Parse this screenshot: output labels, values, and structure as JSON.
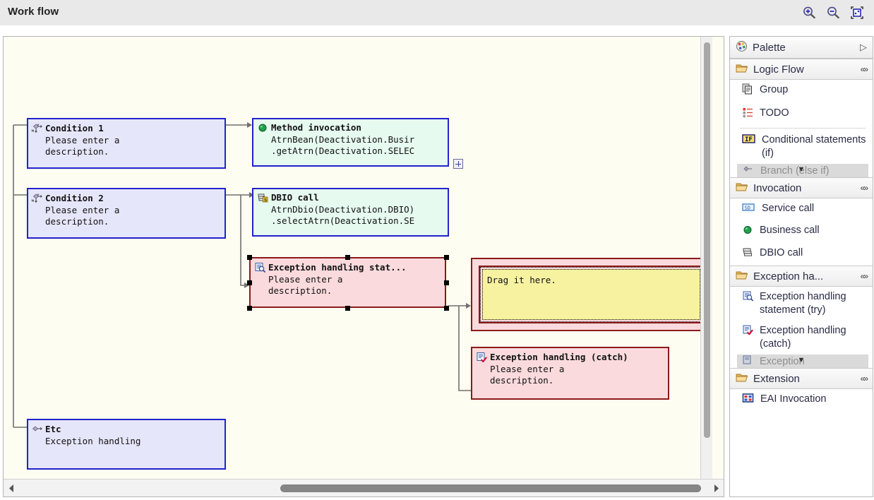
{
  "window": {
    "title": "Work flow",
    "toolbar": [
      {
        "name": "zoom-in-icon",
        "label": "Zoom in"
      },
      {
        "name": "zoom-out-icon",
        "label": "Zoom out"
      },
      {
        "name": "fit-to-window-icon",
        "label": "Fit to window"
      }
    ]
  },
  "canvas": {
    "background_color": "#fdfdf2",
    "nodes": [
      {
        "id": "condition-1",
        "type": "condition",
        "icon": "decision-diamond-icon",
        "title": "Condition 1",
        "body": "Please enter a\ndescription.",
        "fill": "#e6e6fa",
        "border": "#2222cc",
        "selected": false
      },
      {
        "id": "condition-2",
        "type": "condition",
        "icon": "decision-diamond-icon",
        "title": "Condition 2",
        "body": "Please enter a\ndescription.",
        "fill": "#e6e6fa",
        "border": "#2222cc",
        "selected": false
      },
      {
        "id": "method-invocation",
        "type": "invocation",
        "icon": "business-call-icon",
        "title": "Method invocation",
        "body": "AtrnBean(Deactivation.Busir\n.getAtrn(Deactivation.SELEC",
        "fill": "#e6faf0",
        "border": "#2222cc",
        "selected": false,
        "expander": "+"
      },
      {
        "id": "dbio-call",
        "type": "invocation",
        "icon": "dbio-call-icon",
        "title": "DBIO call",
        "body": "AtrnDbio(Deactivation.DBIO)\n.selectAtrn(Deactivation.SE",
        "fill": "#e6faf0",
        "border": "#2222cc",
        "selected": false
      },
      {
        "id": "exception-try",
        "type": "exception",
        "icon": "exception-try-icon",
        "title": "Exception handling stat...",
        "body": "Please enter a\ndescription.",
        "fill": "#fadadd",
        "border": "#8b1a1a",
        "selected": true
      },
      {
        "id": "exception-catch",
        "type": "exception",
        "icon": "exception-catch-icon",
        "title": "Exception handling (catch)",
        "body": "Please enter a\ndescription.",
        "fill": "#fadadd",
        "border": "#8b1a1a",
        "selected": false
      },
      {
        "id": "etc",
        "type": "condition",
        "icon": "etc-diamond-icon",
        "title": "Etc",
        "body": "Exception handling",
        "fill": "#e6e6fa",
        "border": "#2222cc",
        "selected": false
      }
    ],
    "drop_target": {
      "id": "drop-target",
      "label": "Drag it here.",
      "fill": "#f7f2a0",
      "container_fill": "#fadadd",
      "container_border": "#8b1a1a"
    }
  },
  "palette": {
    "title": "Palette",
    "title_icon": "palette-icon",
    "expand_arrow": "▷",
    "collapse_glyph": "«»",
    "sections": [
      {
        "name": "logic-flow",
        "label": "Logic Flow",
        "icon": "folder-open-icon",
        "items": [
          {
            "name": "group",
            "label": "Group",
            "icon": "group-icon",
            "cut": false
          },
          {
            "name": "todo",
            "label": "TODO",
            "icon": "todo-icon",
            "cut": false
          },
          {
            "separator": true
          },
          {
            "name": "conditional-statements-if",
            "label": "Conditional statements (if)",
            "icon": "if-icon",
            "cut": false
          },
          {
            "name": "branch-else-if",
            "label": "Branch (else if)",
            "icon": "branch-icon",
            "cut": true
          }
        ]
      },
      {
        "name": "invocation",
        "label": "Invocation",
        "icon": "folder-open-icon",
        "items": [
          {
            "name": "service-call",
            "label": "Service call",
            "icon": "service-call-icon",
            "cut": false
          },
          {
            "name": "business-call",
            "label": "Business call",
            "icon": "business-call-icon",
            "cut": false
          },
          {
            "name": "dbio-call",
            "label": "DBIO call",
            "icon": "dbio-call-icon",
            "cut": false
          }
        ]
      },
      {
        "name": "exception-handling",
        "label": "Exception ha...",
        "icon": "folder-open-icon",
        "items": [
          {
            "name": "exception-handling-statement-try",
            "label": "Exception handling statement (try)",
            "icon": "exception-try-icon",
            "cut": false
          },
          {
            "name": "exception-handling-catch",
            "label": "Exception handling (catch)",
            "icon": "exception-catch-icon",
            "cut": false
          },
          {
            "name": "exception-more",
            "label": "Exception",
            "icon": "exception-finally-icon",
            "cut": true
          }
        ]
      },
      {
        "name": "extension",
        "label": "Extension",
        "icon": "folder-open-icon",
        "items": [
          {
            "name": "eai-invocation",
            "label": "EAI Invocation",
            "icon": "eai-icon",
            "cut": false
          }
        ]
      }
    ]
  }
}
